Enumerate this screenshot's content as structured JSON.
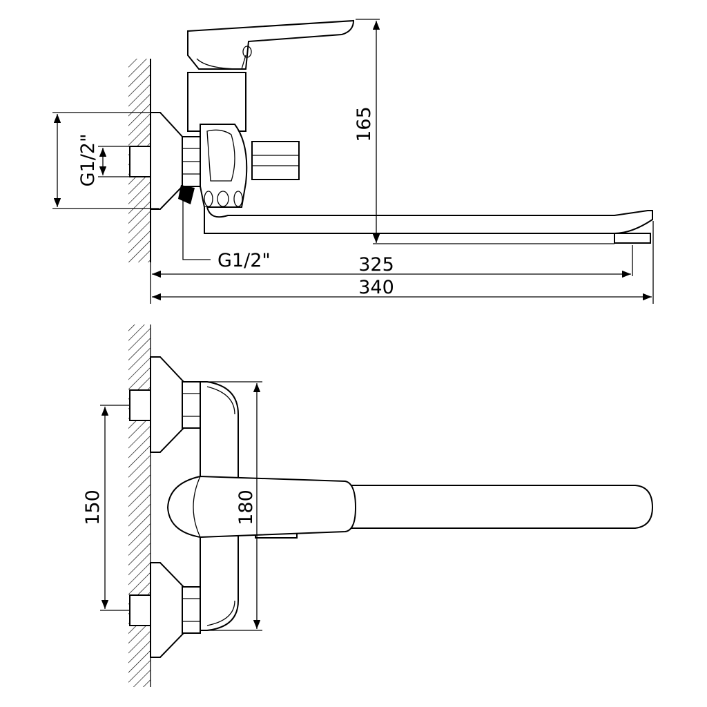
{
  "drawing": {
    "colors": {
      "line": "#000000",
      "background": "#ffffff"
    },
    "side_view": {
      "height_dim": "165",
      "inlet_thread_dim": "G1/2\"",
      "outlet_thread_label": "G1/2\"",
      "spout_reach_dim": "325",
      "overall_length_dim": "340"
    },
    "top_view": {
      "inlet_spacing_dim": "150",
      "body_length_dim": "180"
    }
  }
}
